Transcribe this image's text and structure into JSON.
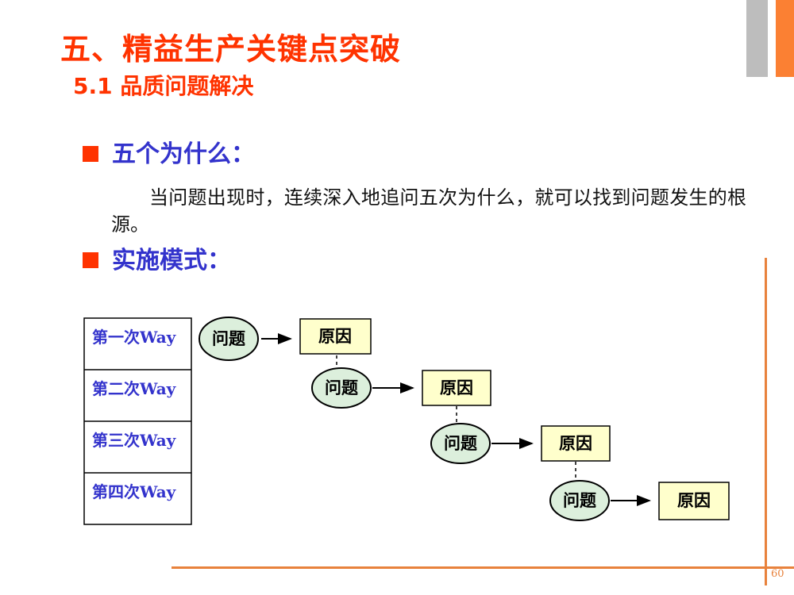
{
  "slide": {
    "title": "五、精益生产关键点突破",
    "subtitle": "5.1 品质问题解决",
    "page_number": "60"
  },
  "content": {
    "bullet1_label": "五个为什么：",
    "body_text": "当问题出现时，连续深入地追问五次为什么，就可以找到问题发生的根源。",
    "bullet2_label": "实施模式："
  },
  "diagram": {
    "table_rows": [
      {
        "label": "第一次Way"
      },
      {
        "label": "第二次Way"
      },
      {
        "label": "第三次Way"
      },
      {
        "label": "第四次Way"
      }
    ],
    "flow_steps": [
      {
        "problem": "问题",
        "cause": "原因"
      },
      {
        "problem": "问题",
        "cause": "原因"
      },
      {
        "problem": "问题",
        "cause": "原因"
      },
      {
        "problem": "问题",
        "cause": "原因"
      }
    ]
  },
  "colors": {
    "title_red": "#ff3300",
    "heading_blue": "#3333cc",
    "accent_orange": "#fb8033",
    "bar_gray": "#bdbdbd",
    "footer_orange": "#e8823c",
    "ellipse_green": "#dcefdc",
    "box_yellow": "#ffffcc",
    "line_black": "#000000"
  }
}
